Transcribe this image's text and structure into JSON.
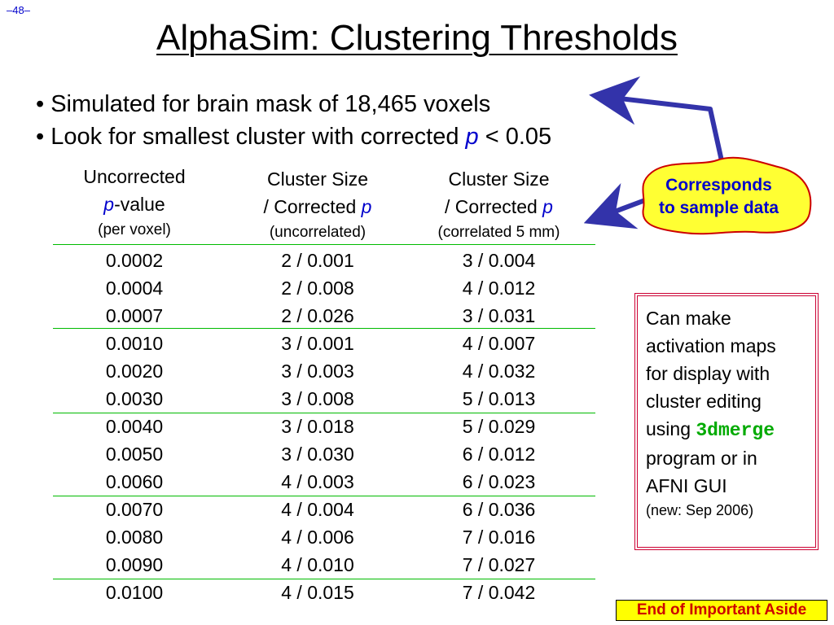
{
  "slide": {
    "number": "–48–",
    "title": "AlphaSim: Clustering Thresholds"
  },
  "bullets": [
    {
      "marker": "•",
      "text": "Simulated for brain mask of 18,465 voxels"
    },
    {
      "marker": "•",
      "pre": "Look for smallest cluster with corrected ",
      "ital": "p",
      "post": " < 0.05"
    }
  ],
  "table": {
    "headers": [
      {
        "line1": "Uncorrected",
        "line2_ital": "p",
        "line2_rest": "-value",
        "line3": "(per voxel)"
      },
      {
        "line1": "Cluster Size",
        "line2_rest": "/ Corrected ",
        "line2_ital": "p",
        "line3": "(uncorrelated)"
      },
      {
        "line1": "Cluster Size",
        "line2_rest": "/ Corrected ",
        "line2_ital": "p",
        "line3": "(correlated 5 mm)"
      }
    ],
    "rows": [
      [
        "0.0002",
        "2 / 0.001",
        "3 / 0.004"
      ],
      [
        "0.0004",
        "2 / 0.008",
        "4 / 0.012"
      ],
      [
        "0.0007",
        "2 / 0.026",
        "3 / 0.031"
      ],
      [
        "0.0010",
        "3 / 0.001",
        "4 / 0.007"
      ],
      [
        "0.0020",
        "3 / 0.003",
        "4 / 0.032"
      ],
      [
        "0.0030",
        "3 / 0.008",
        "5 / 0.013"
      ],
      [
        "0.0040",
        "3 / 0.018",
        "5 / 0.029"
      ],
      [
        "0.0050",
        "3 / 0.030",
        "6 / 0.012"
      ],
      [
        "0.0060",
        "4 / 0.003",
        "6 / 0.023"
      ],
      [
        "0.0070",
        "4 / 0.004",
        "6 / 0.036"
      ],
      [
        "0.0080",
        "4 / 0.006",
        "7 / 0.016"
      ],
      [
        "0.0090",
        "4 / 0.010",
        "7 / 0.027"
      ],
      [
        "0.0100",
        "4 / 0.015",
        "7 / 0.042"
      ]
    ]
  },
  "callout": {
    "line1": "Corresponds",
    "line2": "to sample data"
  },
  "note": {
    "line1": "Can make",
    "line2": "activation maps",
    "line3": "for display with",
    "line4": "cluster editing",
    "line5_pre": "using ",
    "line5_code": "3dmerge",
    "line6": "program or in",
    "line7": "AFNI GUI",
    "line8": "(new: Sep 2006)"
  },
  "badge": "End of Important Aside",
  "colors": {
    "accent_blue": "#0000cc",
    "arrow_blue": "#3333aa",
    "table_rule_green": "#00bb00",
    "callout_fill": "#ffff33",
    "callout_border": "#cc0000",
    "note_border": "#cc0033",
    "code_green": "#00aa00",
    "badge_fill": "#ffff00",
    "badge_text": "#cc0000"
  }
}
